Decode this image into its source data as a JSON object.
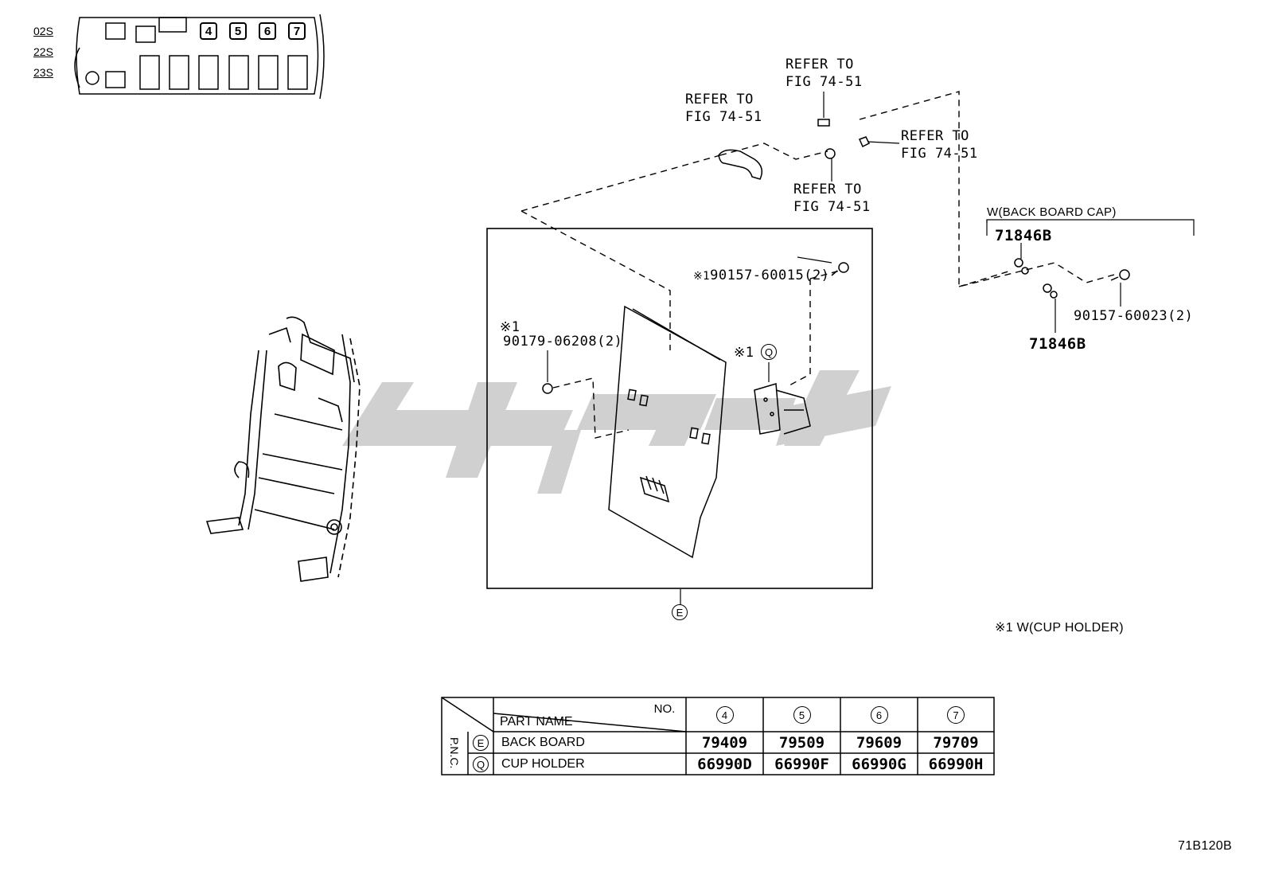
{
  "seat_codes": [
    "02S",
    "22S",
    "23S"
  ],
  "seat_numbers": [
    "4",
    "5",
    "6",
    "7"
  ],
  "refer_labels": [
    "REFER TO\nFIG 74-51",
    "REFER TO\nFIG 74-51",
    "REFER TO\nFIG 74-51",
    "REFER TO\nFIG 74-51"
  ],
  "bolt_top": {
    "mark": "※1",
    "text": "90157-60015(2)"
  },
  "nut_left": {
    "mark": "※1",
    "text": "90179-06208(2)"
  },
  "cup_callout": {
    "mark": "※1",
    "letter": "Q"
  },
  "back_board_callout": "E",
  "back_board_cap_group": "W(BACK BOARD CAP)",
  "cap_part_top": "71846B",
  "cap_part_bottom": "71846B",
  "cap_bolt": "90157-60023(2)",
  "footnote": "※1 W(CUP HOLDER)",
  "figure_code": "71B120B",
  "table": {
    "header_no": "NO.",
    "header_part_name": "PART NAME",
    "pnc_label": "P.N.C.",
    "columns": [
      "4",
      "5",
      "6",
      "7"
    ],
    "rows": [
      {
        "key": "E",
        "name": "BACK BOARD",
        "values": [
          "79409",
          "79509",
          "79609",
          "79709"
        ]
      },
      {
        "key": "Q",
        "name": "CUP HOLDER",
        "values": [
          "66990D",
          "66990F",
          "66990G",
          "66990H"
        ]
      }
    ]
  }
}
